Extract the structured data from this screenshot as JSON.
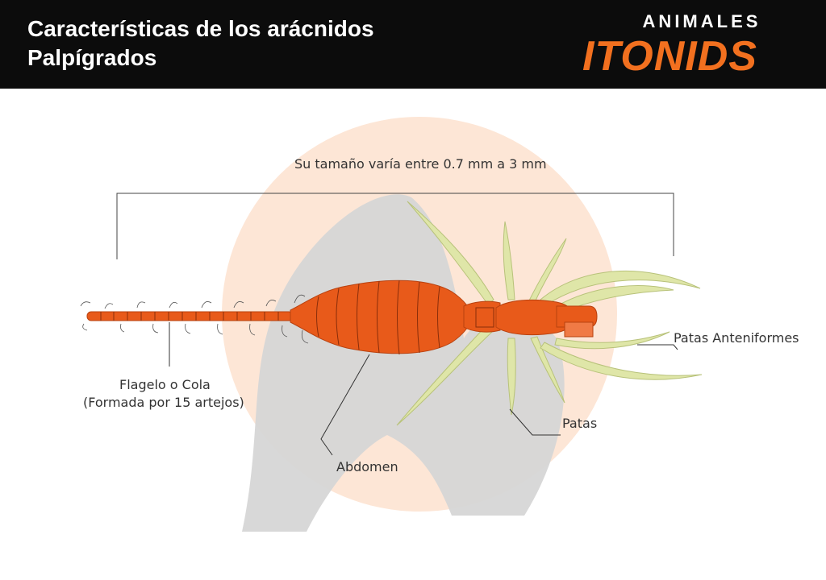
{
  "header": {
    "title_line1": "Características de los arácnidos",
    "title_line2": "Palpígrados",
    "brand_top": "ANIMALES",
    "brand_main": "ITONIDS"
  },
  "labels": {
    "size": "Su tamaño varía entre 0.7 mm a 3 mm",
    "flagelo_line1": "Flagelo o Cola",
    "flagelo_line2": "(Formada por 15 artejos)",
    "abdomen": "Abdomen",
    "patas": "Patas",
    "patas_anteniformes": "Patas Anteniformes"
  },
  "colors": {
    "header_bg": "#0c0c0c",
    "brand_orange": "#f2701f",
    "body_orange": "#e85a1a",
    "leg_green": "#dfe6a8",
    "watermark_peach": "#fde6d6",
    "watermark_gray": "#d6d6d6"
  }
}
